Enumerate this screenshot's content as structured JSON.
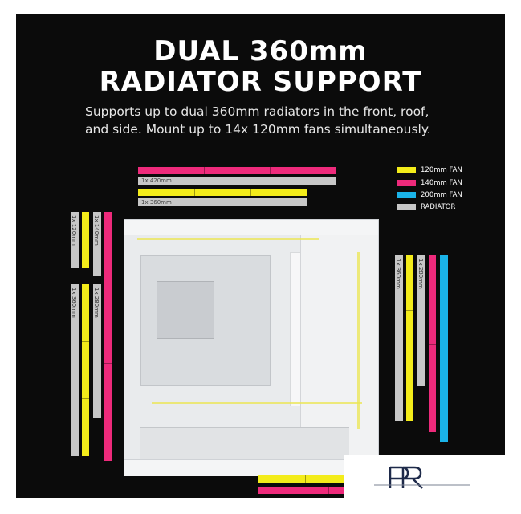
{
  "heading": {
    "line1": "DUAL 360mm",
    "line2": "RADIATOR SUPPORT"
  },
  "description": {
    "line1": "Supports up to dual 360mm radiators in the front, roof,",
    "line2": "and side. Mount up to 14x 120mm fans simultaneously."
  },
  "legend": [
    {
      "label": "120mm FAN",
      "color": "#f3ec1a"
    },
    {
      "label": "140mm FAN",
      "color": "#ee2a7b"
    },
    {
      "label": "200mm FAN",
      "color": "#1ab3e8"
    },
    {
      "label": "RADIATOR",
      "color": "#c7c7c7"
    }
  ],
  "top_labels": {
    "rad_420": "1x 420mm",
    "rad_360": "1x 360mm"
  },
  "left_labels": {
    "rad_120": "1x 120mm",
    "rad_140": "1x 140mm",
    "rad_360": "1x 360mm",
    "rad_280": "1x 280mm"
  },
  "right_labels": {
    "rad_360": "1x 360mm",
    "rad_280": "1x 280mm"
  },
  "colors": {
    "background": "#0b0b0b",
    "fan_120": "#f3ec1a",
    "fan_140": "#ee2a7b",
    "fan_200": "#1ab3e8",
    "radiator": "#c7c7c7"
  },
  "brand_logo_icon": "pr-monogram-logo"
}
